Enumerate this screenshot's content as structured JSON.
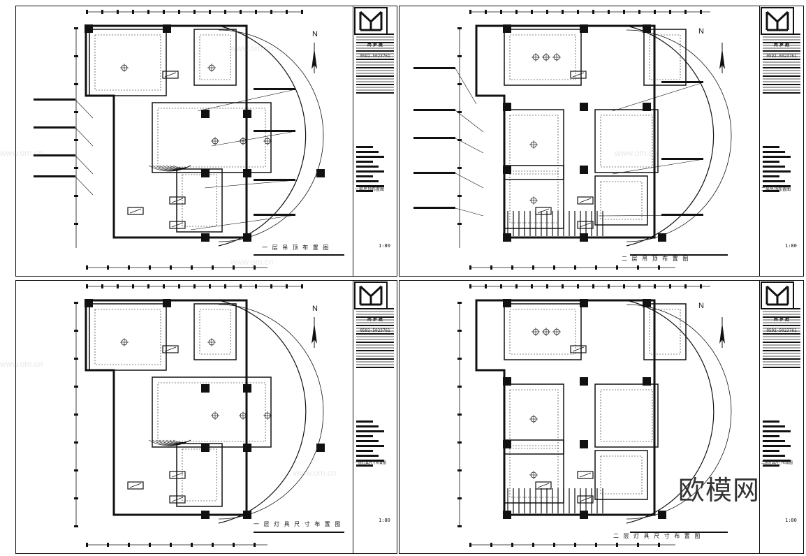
{
  "colors": {
    "line": "#111111",
    "accent_fill": "#555555",
    "watermark": "#bbbbbb"
  },
  "firm": {
    "name": "尚 罗 庭",
    "subtitle": "装饰设计有限公司",
    "phone": "0592-5023761"
  },
  "sheets": [
    {
      "id": "tl",
      "title": "一 层 吊 顶 布 置 图",
      "titleblock_label": "一层吊顶布置图",
      "scale": "1:80",
      "north": "N"
    },
    {
      "id": "tr",
      "title": "二 层 吊 顶 布 置 图",
      "titleblock_label": "二层吊顶布置图",
      "scale": "1:80",
      "north": "N"
    },
    {
      "id": "bl",
      "title": "一 层 灯 具 尺 寸 布 置 图",
      "titleblock_label": "一层灯具尺寸布置图",
      "scale": "1:80",
      "north": "N"
    },
    {
      "id": "br",
      "title": "二 层 灯 具 尺 寸 布 置 图",
      "titleblock_label": "二层灯具尺寸布置图",
      "scale": "1:80",
      "north": "N"
    }
  ],
  "watermark": {
    "url": "www.om.cn",
    "brand": "欧模网"
  }
}
